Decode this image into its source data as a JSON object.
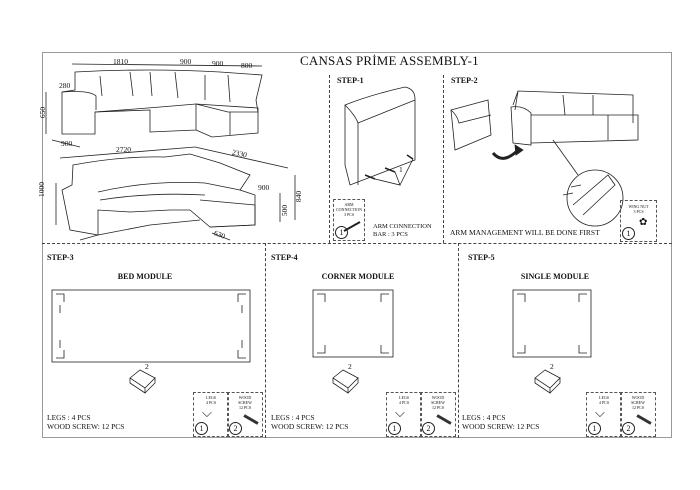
{
  "title": "CANSAS PRİME ASSEMBLY-1",
  "overview": {
    "dimensions": [
      "1810",
      "900",
      "900",
      "800",
      "280",
      "650",
      "900",
      "2720",
      "2330",
      "1000",
      "900",
      "840",
      "500",
      "630"
    ]
  },
  "step1": {
    "label": "STEP-1",
    "callout": "1",
    "part": {
      "number": "1",
      "name_line1": "ARM",
      "name_line2": "CONNECTION",
      "qty": "3 PCS"
    },
    "note_line1": "ARM CONNECTION",
    "note_line2": "BAR : 3 PCS"
  },
  "step2": {
    "label": "STEP-2",
    "note": "ARM MANAGEMENT WILL BE DONE FIRST",
    "part": {
      "number": "1",
      "name": "WING NUT",
      "qty": "3 PCS"
    }
  },
  "step3": {
    "label": "STEP-3",
    "module": "BED MODULE",
    "callout": "2",
    "parts": [
      {
        "number": "1",
        "name": "LEGS",
        "qty": "4 PCS"
      },
      {
        "number": "2",
        "name_line1": "WOOD",
        "name_line2": "SCREW",
        "qty": "12 PCS"
      }
    ],
    "legs": "LEGS : 4 PCS",
    "screws": "WOOD SCREW: 12 PCS"
  },
  "step4": {
    "label": "STEP-4",
    "module": "CORNER MODULE",
    "callout": "2",
    "parts": [
      {
        "number": "1",
        "name": "LEGS",
        "qty": "4 PCS"
      },
      {
        "number": "2",
        "name_line1": "WOOD",
        "name_line2": "SCREW",
        "qty": "12 PCS"
      }
    ],
    "legs": "LEGS : 4 PCS",
    "screws": "WOOD SCREW: 12 PCS"
  },
  "step5": {
    "label": "STEP-5",
    "module": "SINGLE MODULE",
    "callout": "2",
    "parts": [
      {
        "number": "1",
        "name": "LEGS",
        "qty": "4 PCS"
      },
      {
        "number": "2",
        "name_line1": "WOOD",
        "name_line2": "SCREW",
        "qty": "12 PCS"
      }
    ],
    "legs": "LEGS : 4 PCS",
    "screws": "WOOD SCREW: 12 PCS"
  }
}
